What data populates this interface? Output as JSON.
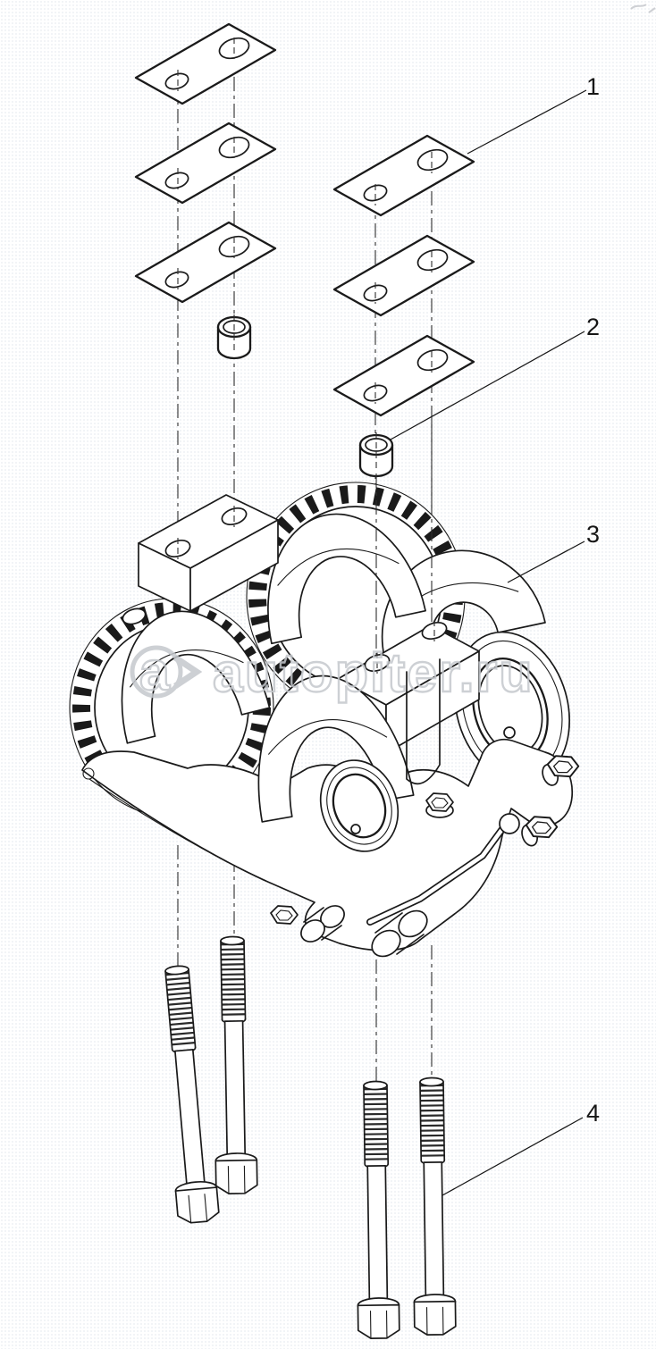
{
  "diagram": {
    "type": "exploded-parts-drawing",
    "background_color": "#ffffff",
    "line_color": "#1a1a1a",
    "callouts": [
      {
        "number": "1",
        "part": "shim-plate"
      },
      {
        "number": "2",
        "part": "bushing"
      },
      {
        "number": "3",
        "part": "balance-shaft-gear-assembly"
      },
      {
        "number": "4",
        "part": "hex-flange-bolt"
      }
    ],
    "watermark": {
      "logo_letter": "a",
      "logo_arrow": "»",
      "text": "autopiter.ru",
      "color": "#c5c8cd"
    }
  }
}
